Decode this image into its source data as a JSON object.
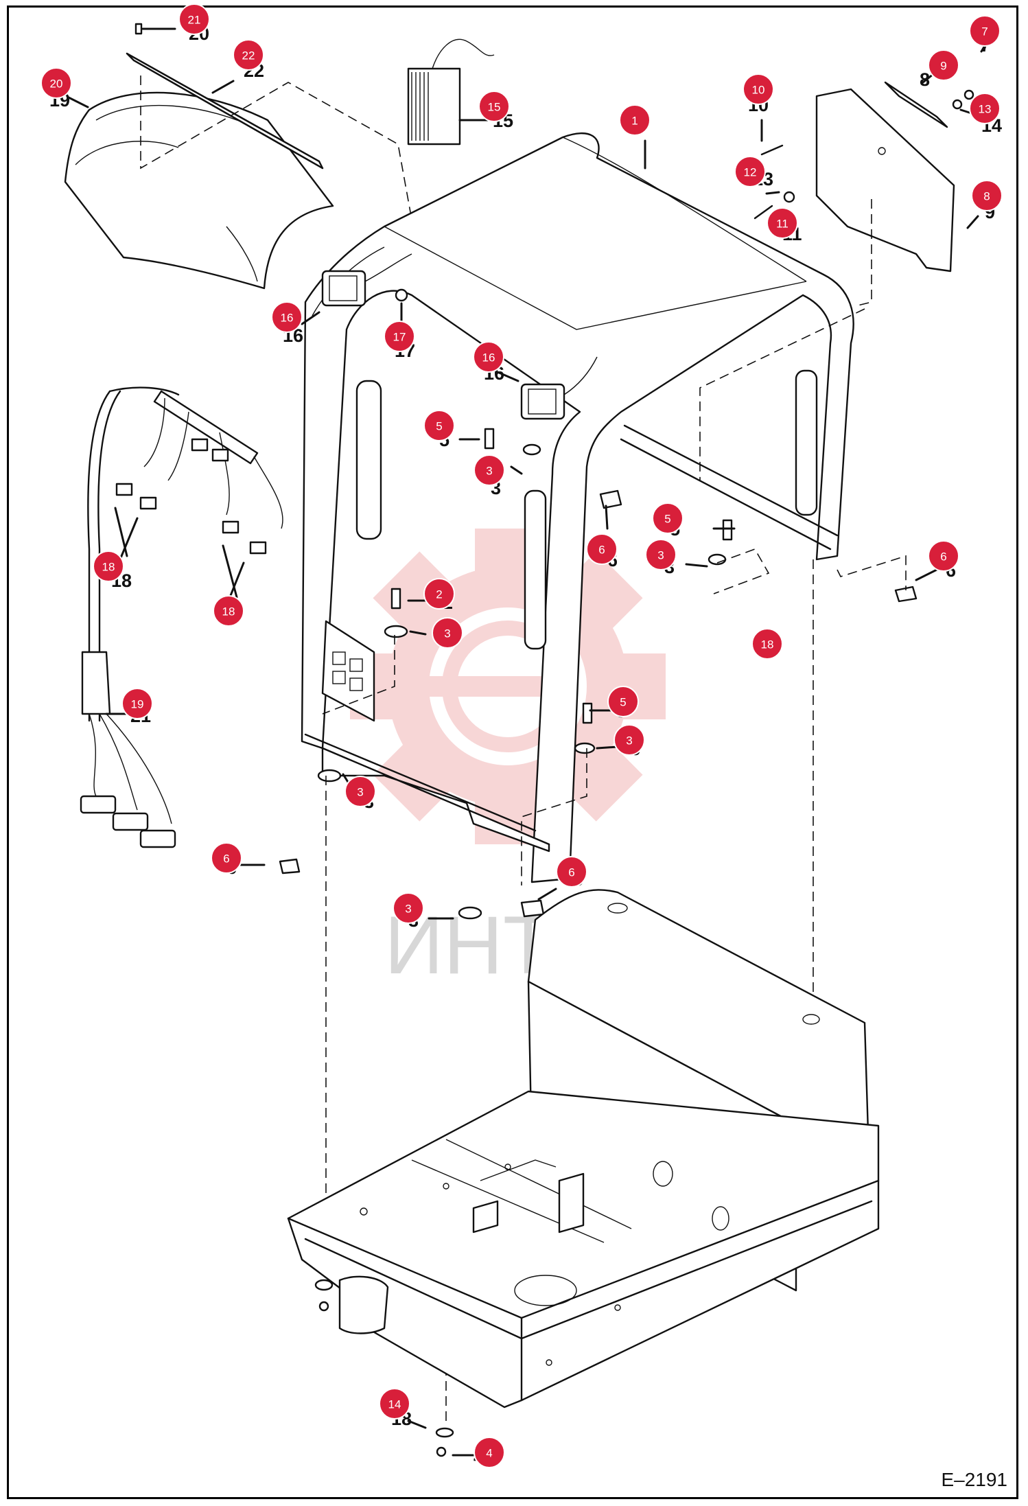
{
  "diagram": {
    "drawing_code": "E–2191",
    "watermark_text": "ИНТЕХ",
    "badge_color": "#d81f3a",
    "watermark_color": "#f2b6b6",
    "callouts": [
      {
        "id": "c1",
        "label": "1",
        "number": "1"
      },
      {
        "id": "c2",
        "label": "2",
        "number": "2"
      },
      {
        "id": "c3a",
        "label": "3",
        "number": "3"
      },
      {
        "id": "c3b",
        "label": "3",
        "number": "3"
      },
      {
        "id": "c3c",
        "label": "3",
        "number": "3"
      },
      {
        "id": "c3d",
        "label": "3",
        "number": "3"
      },
      {
        "id": "c3e",
        "label": "3",
        "number": "3"
      },
      {
        "id": "c3f",
        "label": "3",
        "number": "3"
      },
      {
        "id": "c4",
        "label": "4",
        "number": "4"
      },
      {
        "id": "c5a",
        "label": "5",
        "number": "5"
      },
      {
        "id": "c5b",
        "label": "5",
        "number": "5"
      },
      {
        "id": "c5c",
        "label": "5",
        "number": "5"
      },
      {
        "id": "c6a",
        "label": "6",
        "number": "6"
      },
      {
        "id": "c6b",
        "label": "6",
        "number": "6"
      },
      {
        "id": "c6c",
        "label": "6",
        "number": "6"
      },
      {
        "id": "c6d",
        "label": "6",
        "number": "6"
      },
      {
        "id": "c7",
        "label": "7",
        "number": "7"
      },
      {
        "id": "c8",
        "label": "8",
        "number": "8"
      },
      {
        "id": "c9",
        "label": "9",
        "number": "9"
      },
      {
        "id": "c10",
        "label": "10",
        "number": "10"
      },
      {
        "id": "c11",
        "label": "11",
        "number": "11"
      },
      {
        "id": "c12",
        "label": "12",
        "number": "12"
      },
      {
        "id": "c13",
        "label": "13",
        "number": "13"
      },
      {
        "id": "c14",
        "label": "14",
        "number": "14"
      },
      {
        "id": "c15",
        "label": "15",
        "number": "15"
      },
      {
        "id": "c16a",
        "label": "16",
        "number": "16"
      },
      {
        "id": "c16b",
        "label": "16",
        "number": "16"
      },
      {
        "id": "c17",
        "label": "17",
        "number": "17"
      },
      {
        "id": "c18a",
        "label": "18",
        "number": "18"
      },
      {
        "id": "c18b",
        "label": "18",
        "number": "18"
      },
      {
        "id": "c18c",
        "label": "18"
      },
      {
        "id": "c19",
        "label": "19",
        "number": "19"
      },
      {
        "id": "c20",
        "label": "20",
        "number": "20"
      },
      {
        "id": "c21",
        "label": "21",
        "number": "21"
      },
      {
        "id": "c22",
        "label": "22",
        "number": "22"
      }
    ]
  }
}
